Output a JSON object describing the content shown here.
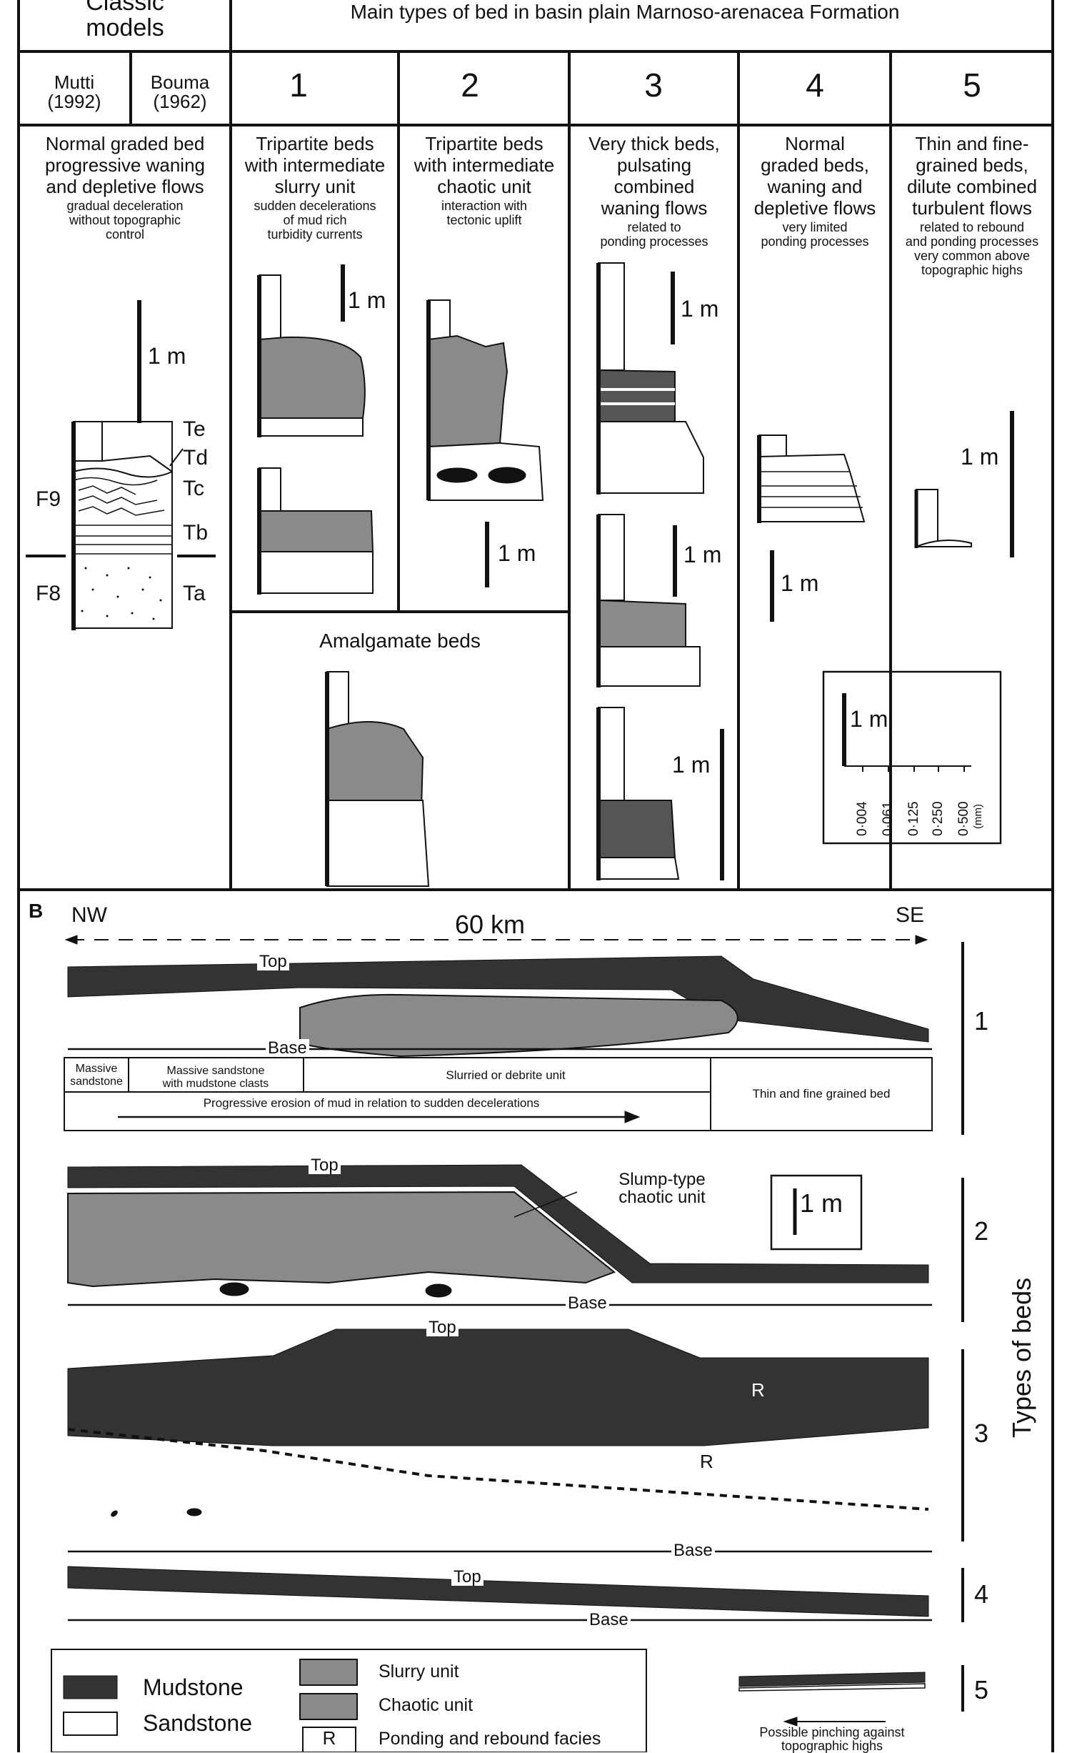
{
  "panel_a": {
    "classic_header": "Classic\nmodels",
    "main_header": "Main types of bed in basin plain Marnoso-arenacea Formation",
    "mutti": "Mutti\n(1992)",
    "bouma": "Bouma\n(1962)",
    "type_numbers": [
      "1",
      "2",
      "3",
      "4",
      "5"
    ],
    "classic_title": "Normal graded bed\nprogressive waning\nand depletive flows",
    "classic_sub": "gradual deceleration\nwithout topographic\ncontrol",
    "types": [
      {
        "title": "Tripartite beds\nwith intermediate\nslurry unit",
        "sub": "sudden decelerations\nof mud rich\nturbidity currents"
      },
      {
        "title": "Tripartite beds\nwith intermediate\nchaotic unit",
        "sub": "interaction with\ntectonic uplift"
      },
      {
        "title": "Very thick beds,\npulsating\ncombined\nwaning flows",
        "sub": "related to\nponding processes"
      },
      {
        "title": "Normal\ngraded beds,\nwaning and\ndepletive flows",
        "sub": "very limited\nponding processes"
      },
      {
        "title": "Thin and fine-\ngrained beds,\ndilute combined\nturbulent flows",
        "sub": "related to rebound\nand ponding processes\nvery common above\ntopographic highs"
      }
    ],
    "bouma_divisions": [
      "Te",
      "Td",
      "Tc",
      "Tb",
      "Ta"
    ],
    "mutti_facies": [
      "F9",
      "F8"
    ],
    "scale_label": "1 m",
    "amalgamate": "Amalgamate beds",
    "grain_sizes": [
      "0·004",
      "0·061",
      "0·125",
      "0·250",
      "0·500"
    ],
    "grain_unit": "(mm)"
  },
  "panel_b": {
    "letter": "B",
    "nw": "NW",
    "se": "SE",
    "distance": "60 km",
    "top": "Top",
    "base": "Base",
    "bed1_table": {
      "c1": "Massive\nsandstone",
      "c2": "Massive sandstone\nwith mudstone clasts",
      "c3": "Slurried or debrite unit",
      "c4": "Thin and fine grained bed",
      "arrow": "Progressive erosion of mud in relation to sudden decelerations"
    },
    "slump": "Slump-type\nchaotic unit",
    "r": "R",
    "scale": "1 m",
    "types_of_beds": "Types of beds",
    "bed_numbers": [
      "1",
      "2",
      "3",
      "4",
      "5"
    ]
  },
  "legend": {
    "mudstone": "Mudstone",
    "sandstone": "Sandstone",
    "slurry": "Slurry unit",
    "chaotic": "Chaotic unit",
    "r": "R",
    "ponding": "Ponding and rebound facies",
    "pinch": "Possible pinching against\ntopographic highs"
  },
  "colors": {
    "mud": "#333333",
    "grey": "#8a8a8a",
    "line": "#111111"
  }
}
